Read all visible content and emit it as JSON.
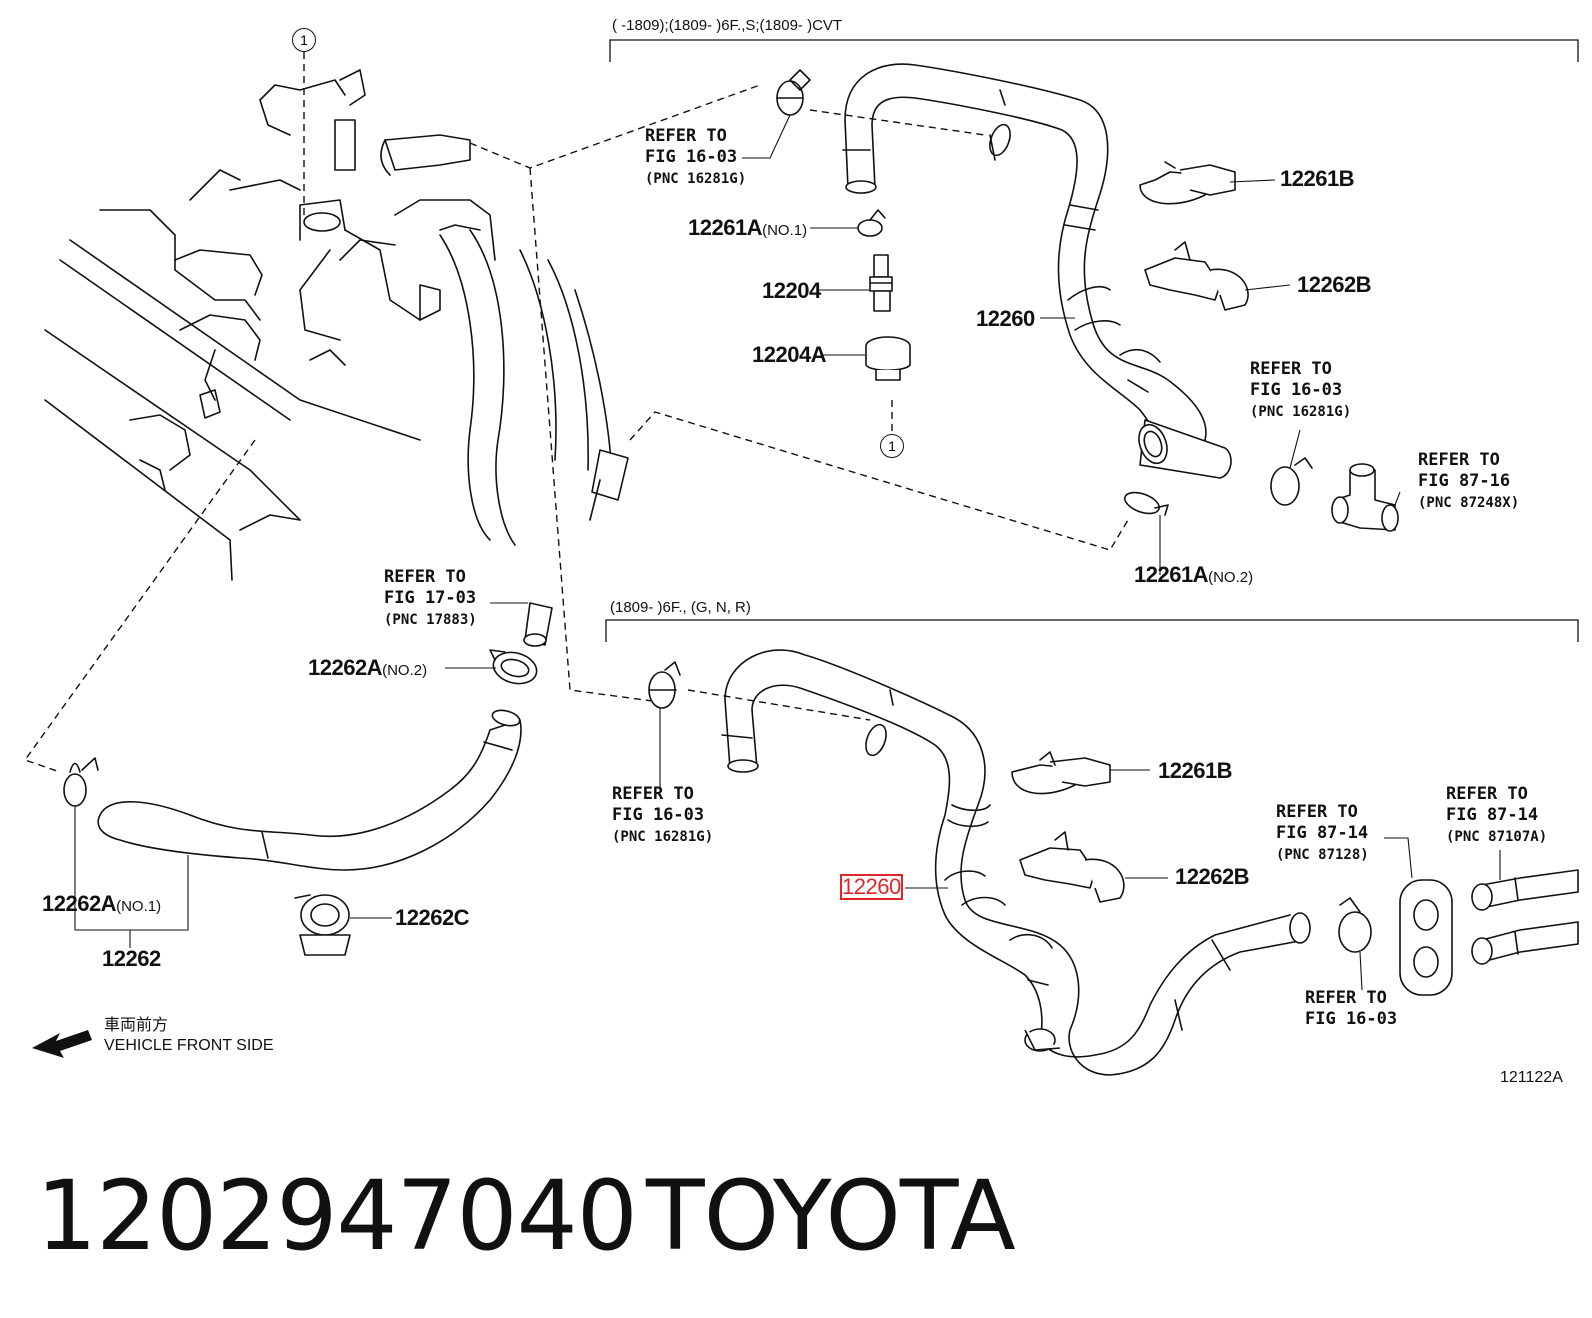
{
  "header_top": "(      -1809);(1809-      )6F.,S;(1809-      )CVT",
  "header_bottom": "(1809-      )6F., (G, N, R)",
  "circle_marker": "1",
  "parts": {
    "p12261B_top": "12261B",
    "p12262B_top": "12262B",
    "p12260_top": "12260",
    "p12261A_no1": "12261A",
    "p12261A_no1_sub": "(NO.1)",
    "p12204": "12204",
    "p12204A": "12204A",
    "p12261A_no2": "12261A",
    "p12261A_no2_sub": "(NO.2)",
    "p12262A_no2": "12262A",
    "p12262A_no2_sub": "(NO.2)",
    "p12262A_no1": "12262A",
    "p12262A_no1_sub": "(NO.1)",
    "p12262": "12262",
    "p12262C": "12262C",
    "p12261B_bottom": "12261B",
    "p12262B_bottom": "12262B",
    "p12260_bottom": "12260"
  },
  "refs": {
    "ref_top_16_03": {
      "line1": "REFER TO",
      "line2": "FIG 16-03",
      "line3": "(PNC 16281G)"
    },
    "ref_right_16_03": {
      "line1": "REFER TO",
      "line2": "FIG 16-03",
      "line3": "(PNC 16281G)"
    },
    "ref_87_16": {
      "line1": "REFER TO",
      "line2": "FIG 87-16",
      "line3": "(PNC 87248X)"
    },
    "ref_17_03": {
      "line1": "REFER TO",
      "line2": "FIG 17-03",
      "line3": "(PNC 17883)"
    },
    "ref_bottom_16_03": {
      "line1": "REFER TO",
      "line2": "FIG 16-03",
      "line3": "(PNC 16281G)"
    },
    "ref_87_14_a": {
      "line1": "REFER TO",
      "line2": "FIG 87-14",
      "line3": "(PNC 87128)"
    },
    "ref_87_14_b": {
      "line1": "REFER TO",
      "line2": "FIG 87-14",
      "line3": "(PNC 87107A)"
    },
    "ref_16_03_short": {
      "line1": "REFER TO",
      "line2": "FIG 16-03"
    }
  },
  "legend": {
    "japanese": "車両前方",
    "english": "VEHICLE FRONT SIDE"
  },
  "diagram_code": "121122A",
  "part_number": "1202947040",
  "brand": "TOYOTA",
  "highlight_color": "#e0262a"
}
